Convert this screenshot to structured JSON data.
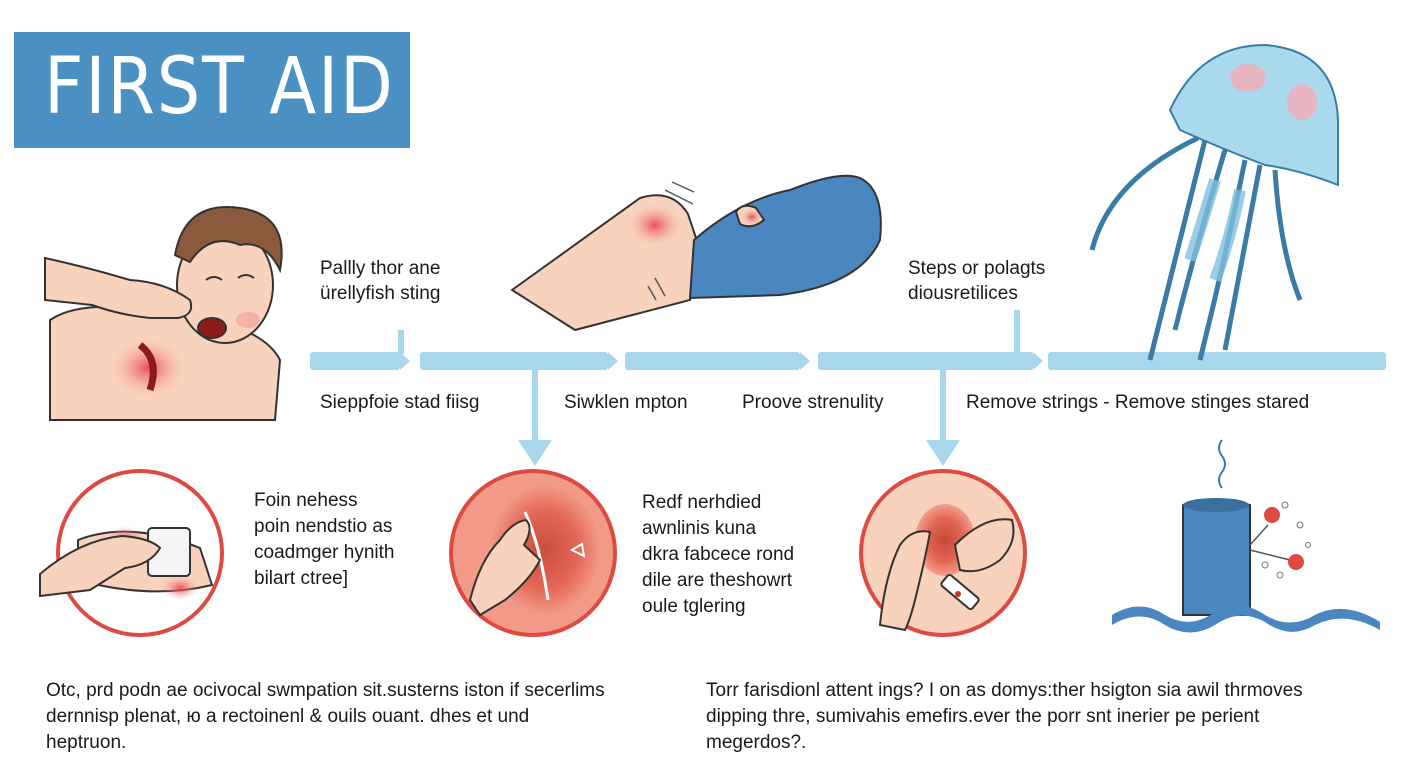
{
  "title": "FIRST AID",
  "colors": {
    "banner": "#4a90c2",
    "timeline": "#a8d6ec",
    "circle_border": "#dd4a42",
    "skin": "#f8d2bc",
    "sleeve": "#4a86c0",
    "jellyfish": "#a9d9ec"
  },
  "top_labels": [
    {
      "lines": [
        "Pallly thor ane",
        "ürellyfish sting"
      ]
    },
    {
      "lines": [
        "Steps or polagts",
        "diousretilices"
      ]
    }
  ],
  "timeline_labels": [
    "Sieppfoie stad fiisg",
    "Siwklen mpton",
    "Proove strenulity",
    "Remove strings - Remove stinges stared"
  ],
  "step_texts": [
    {
      "lines": [
        "Foin nehess",
        "poin nendstio as",
        "coadmger hynith",
        "bilart ctree]"
      ]
    },
    {
      "lines": [
        "Redf nerhdied",
        "awnlinis kuna",
        "dkra fabcece rond",
        "dile are theshowrt",
        "oule tglering"
      ]
    }
  ],
  "bottom_paragraphs": [
    {
      "lines": [
        "Otc,  prd podn ae ocivocal swmpation sit.susterns iston if secerlims",
        "dernnisp plenat, ю a rectoinenl & ouils ouant. dhes et und",
        "heptruon."
      ]
    },
    {
      "lines": [
        "Torr farisdionl attent ings?  I  on as domys:ther hsigton sia awil thrmoves",
        "dipping thre, sumivahis emefirs.ever the porr snt inerier pe perient",
        "megerdos?."
      ]
    }
  ],
  "icons": [
    "injured-person-icon",
    "leg-wound-icon",
    "jellyfish-icon",
    "arm-bandage-icon",
    "skin-wound-icon",
    "hands-wound-icon",
    "container-water-icon"
  ]
}
